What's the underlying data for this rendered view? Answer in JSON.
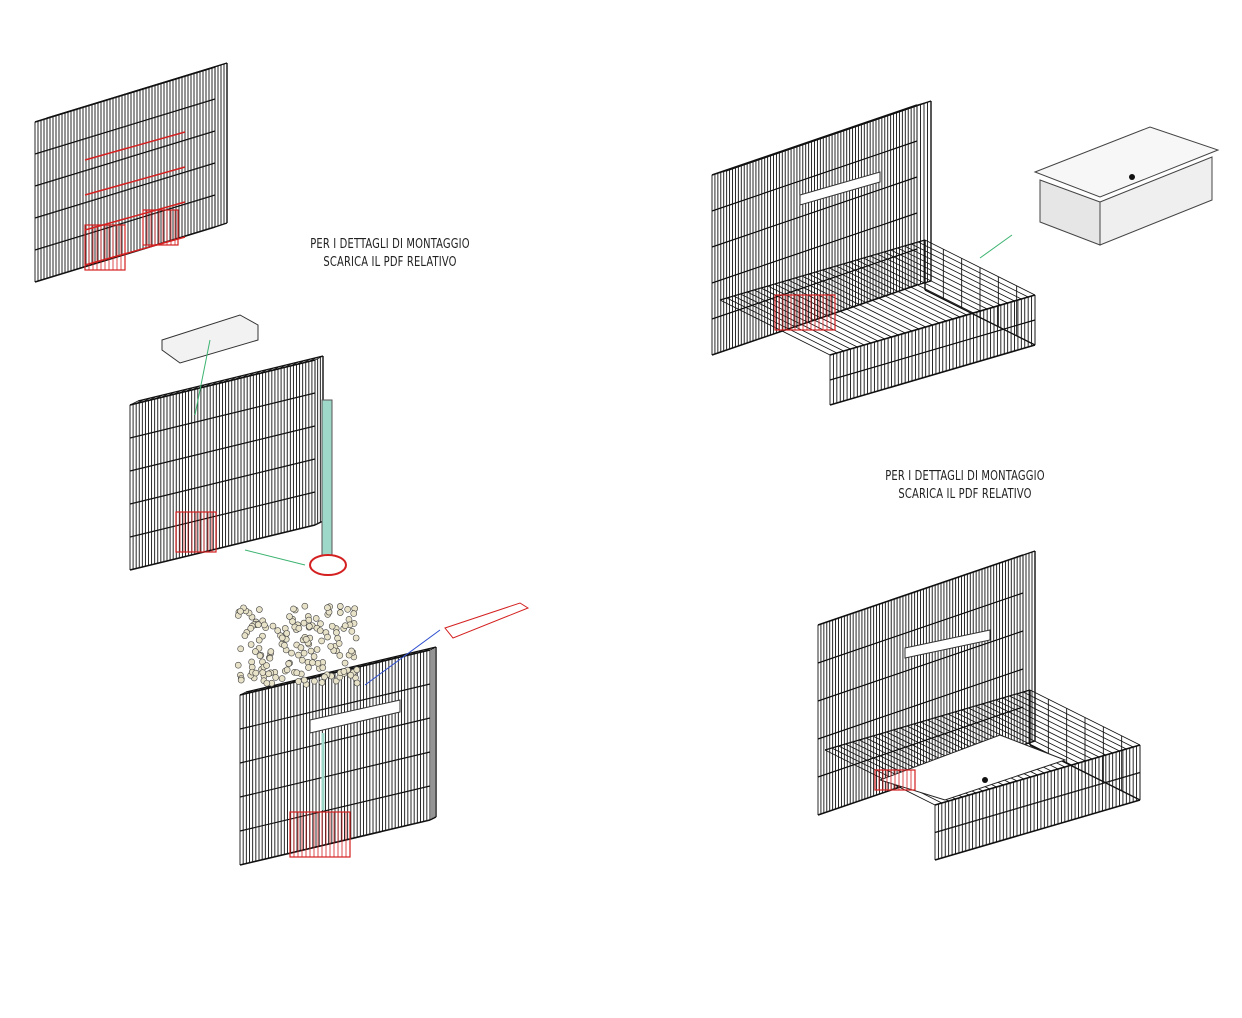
{
  "notes": [
    {
      "line1": "PER I DETTAGLI DI MONTAGGIO",
      "line2": "SCARICA IL PDF RELATIVO"
    },
    {
      "line1": "PER I DETTAGLI DI MONTAGGIO",
      "line2": "SCARICA IL PDF RELATIVO"
    }
  ],
  "colors": {
    "wire": "#111111",
    "accent": "#d42020",
    "pipe": "#9ed8c8",
    "arrow": "#3cb371",
    "link": "#3050d0"
  }
}
